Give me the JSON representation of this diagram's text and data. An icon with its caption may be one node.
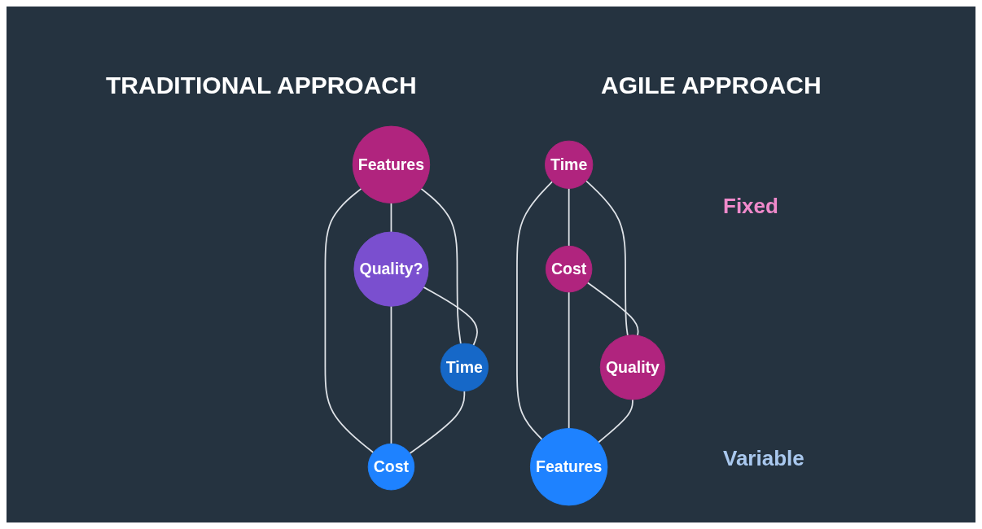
{
  "diagram": {
    "nodes": [
      {
        "text": [
          "Features"
        ]
      },
      {
        "text": [
          "Quality?"
        ]
      },
      {
        "text": [
          "Time"
        ]
      },
      {
        "text": [
          "Cost"
        ]
      },
      {
        "text": [
          "Time"
        ]
      },
      {
        "text": [
          "Cost"
        ]
      },
      {
        "text": [
          "Quality"
        ]
      },
      {
        "text": [
          "Features"
        ]
      }
    ],
    "edges": [
      {
        "from": 0,
        "to": 2,
        "arrow": "none"
      },
      {
        "from": 0,
        "to": 3,
        "arrow": "none"
      },
      {
        "from": 0,
        "to": 1,
        "arrow": "none"
      },
      {
        "from": 1,
        "to": 2,
        "arrow": "none"
      },
      {
        "from": 1,
        "to": 3,
        "arrow": "none"
      },
      {
        "from": 2,
        "to": 3,
        "arrow": "none"
      },
      {
        "from": 4,
        "to": 5,
        "arrow": "none"
      },
      {
        "from": 4,
        "to": 6,
        "arrow": "none"
      },
      {
        "from": 5,
        "to": 6,
        "arrow": "none"
      },
      {
        "from": 4,
        "to": 7,
        "arrow": "none"
      },
      {
        "from": 5,
        "to": 7,
        "arrow": "none"
      },
      {
        "from": 6,
        "to": 7,
        "arrow": "none"
      }
    ],
    "labels": [
      "TRADITIONAL APPROACH",
      "AGILE APPROACH",
      "Fixed",
      "Variable"
    ]
  }
}
